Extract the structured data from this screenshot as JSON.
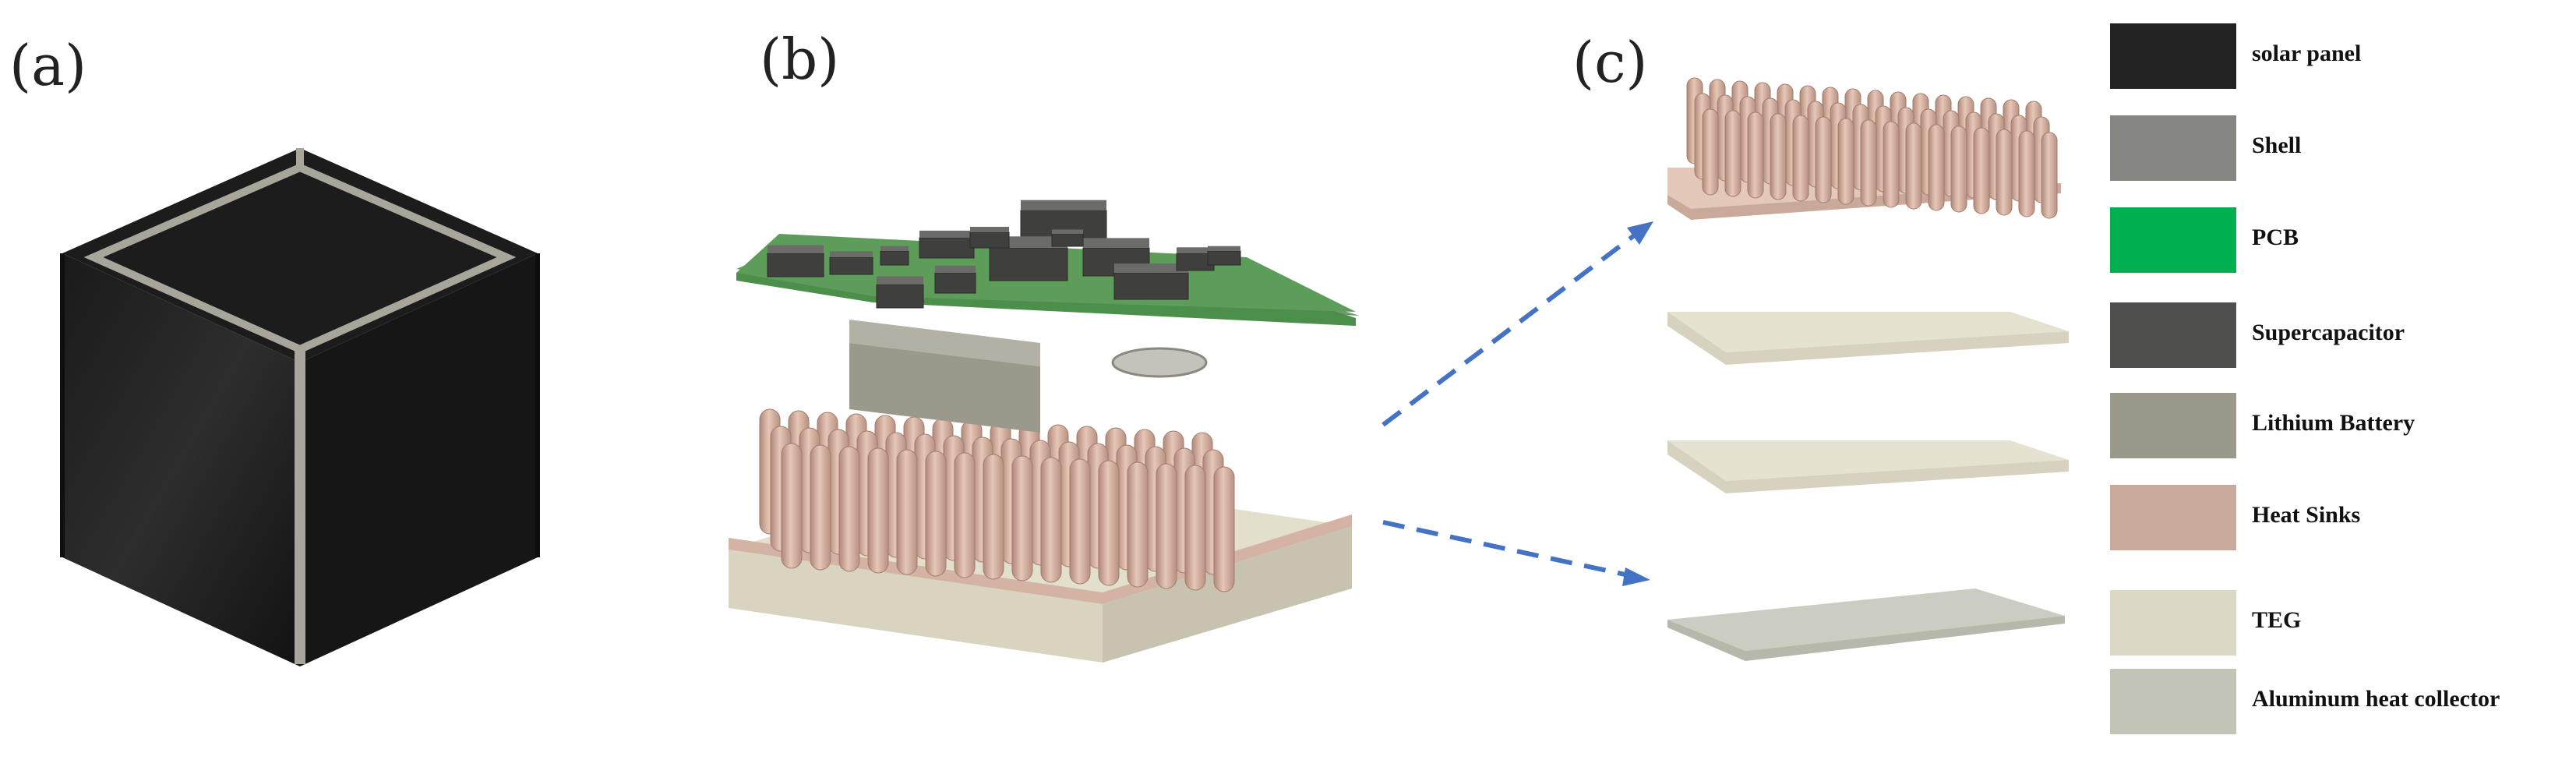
{
  "panels": {
    "a": "(a)",
    "b": "(b)",
    "c": "(c)"
  },
  "legend": [
    {
      "label": "solar panel",
      "color": "#222222"
    },
    {
      "label": "Shell",
      "color": "#858581"
    },
    {
      "label": "PCB",
      "color": "#00b050"
    },
    {
      "label": "Supercapacitor",
      "color": "#4e4e4c"
    },
    {
      "label": "Lithium Battery",
      "color": "#9b998c"
    },
    {
      "label": "Heat Sinks",
      "color": "#c9a99a"
    },
    {
      "label": "TEG",
      "color": "#dcd8c6"
    },
    {
      "label": "Aluminum heat collector",
      "color": "#c2c4b8"
    }
  ]
}
